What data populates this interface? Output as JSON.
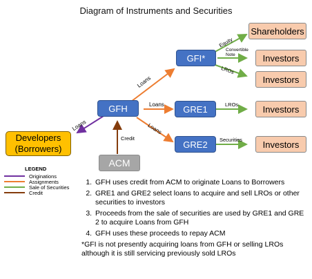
{
  "title": "Diagram of Instruments and Securities",
  "colors": {
    "entity": "#4472c4",
    "recipient": "#f8cbad",
    "acm": "#a6a6a6",
    "developers": "#ffc000",
    "origination": "#7030a0",
    "assignment": "#ed7d31",
    "sale": "#70ad47",
    "credit": "#843c0c"
  },
  "nodes": {
    "gfh": "GFH",
    "gfi": "GFI*",
    "gre1": "GRE1",
    "gre2": "GRE2",
    "acm": "ACM",
    "developers_line1": "Developers",
    "developers_line2": "(Borrowers)",
    "shareholders": "Shareholders",
    "investors": "Investors"
  },
  "edges": {
    "gfh_gfi": "Loans",
    "gfh_gre1": "Loans",
    "gfh_gre2": "Loans",
    "gfh_dev": "Loans",
    "acm_gfh": "Credit",
    "gfi_share": "Equity",
    "gfi_inv1": "Convertible Note",
    "gfi_inv2": "LROs",
    "gre1_inv": "LROs",
    "gre2_inv": "Securities"
  },
  "legend": {
    "title": "LEGEND",
    "items": [
      {
        "label": "Originations",
        "color": "#7030a0"
      },
      {
        "label": "Assignments",
        "color": "#ed7d31"
      },
      {
        "label": "Sale of Securities",
        "color": "#70ad47"
      },
      {
        "label": "Credit",
        "color": "#843c0c"
      }
    ]
  },
  "notes": {
    "items": [
      "GFH uses credit from ACM to originate Loans to Borrowers",
      "GRE1 and GRE2 select loans to acquire and sell LROs or other securities to investors",
      "Proceeds from the sale of securities are used by GRE1 and GRE 2 to acquire Loans from GFH",
      "GFH uses these proceeds to repay ACM"
    ],
    "footnote": "*GFI is not presently acquiring loans from GFH or selling LROs although it is still servicing previously sold LROs"
  }
}
